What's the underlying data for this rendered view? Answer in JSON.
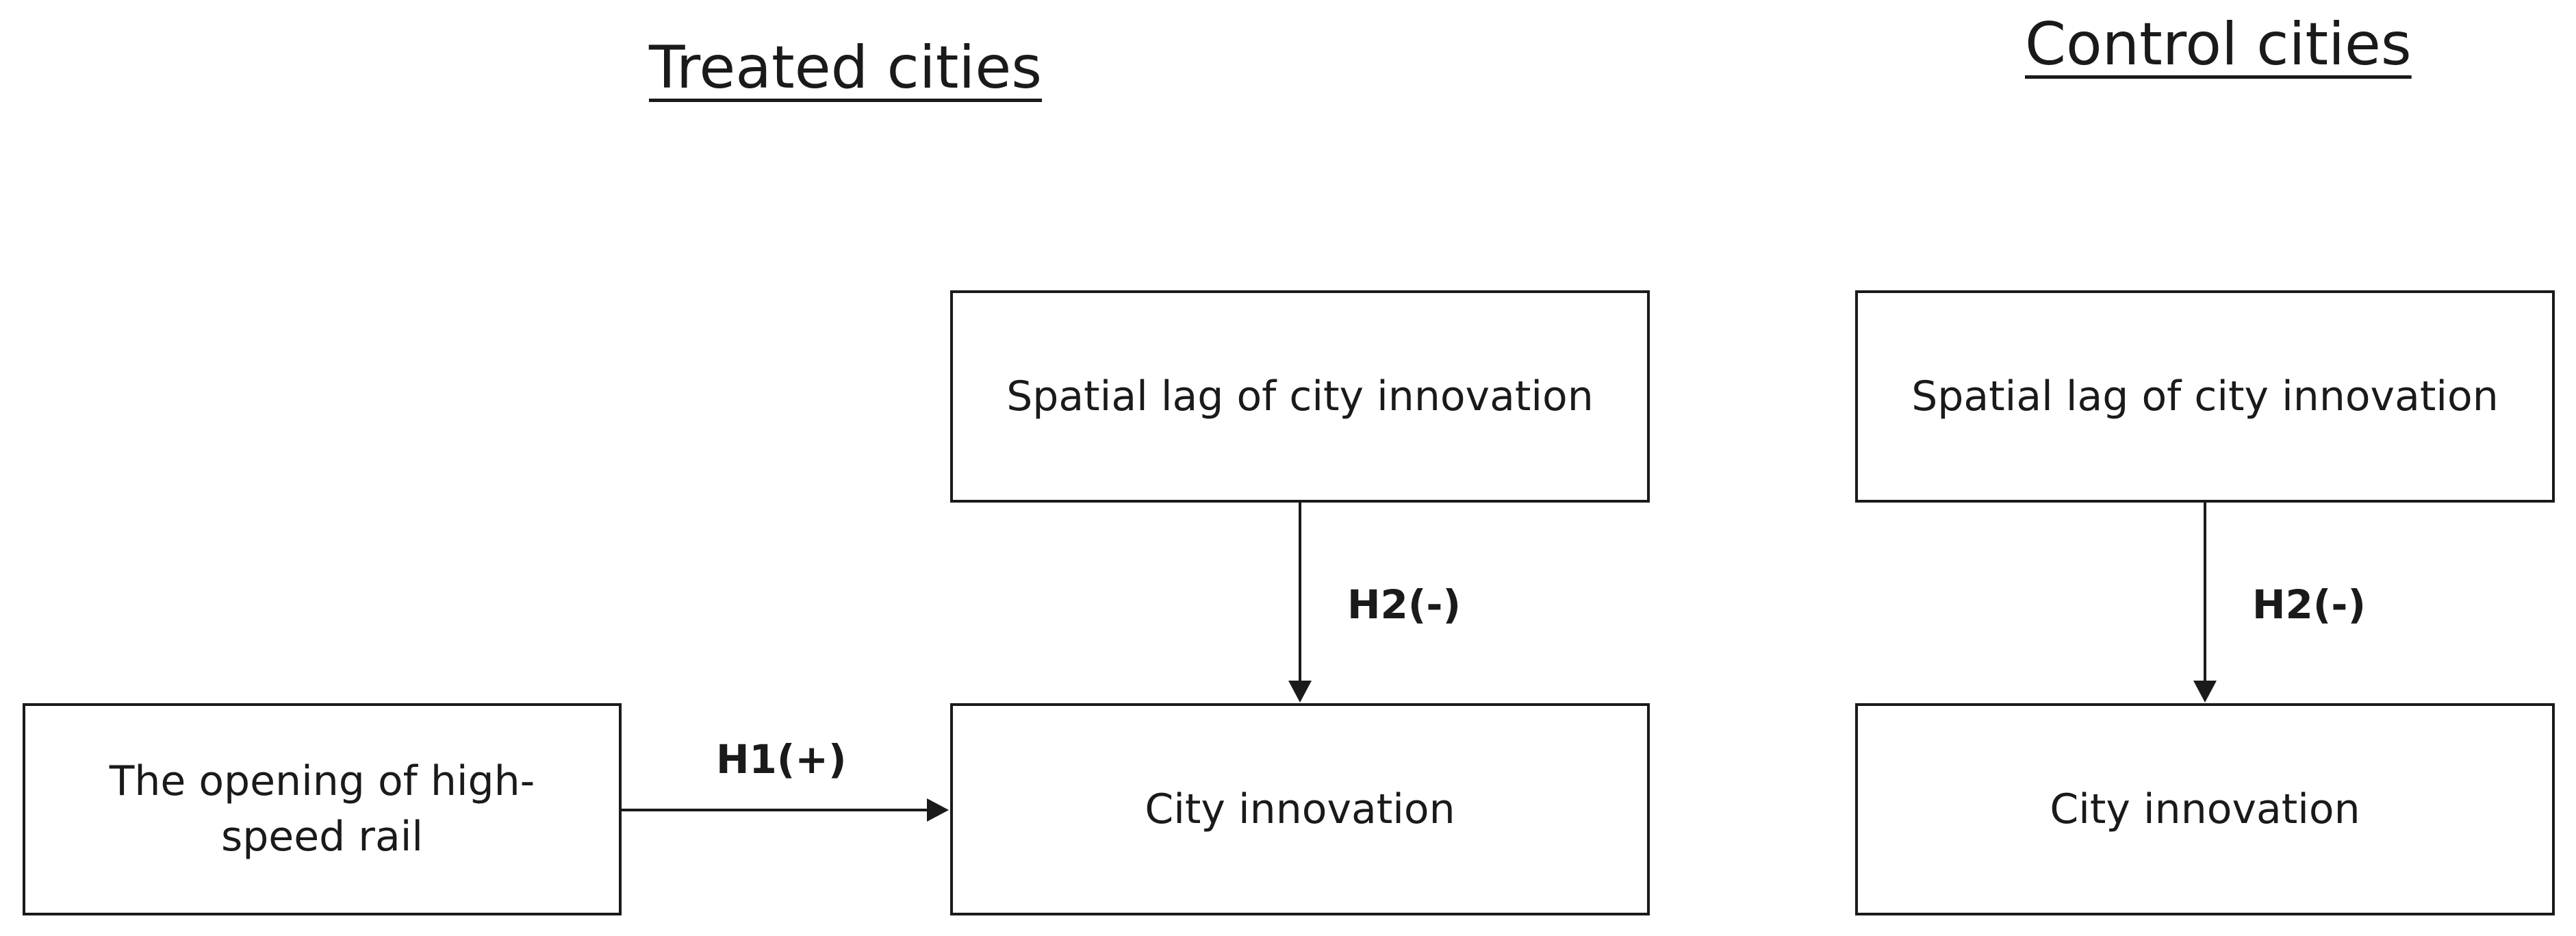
{
  "headings": {
    "treated": "Treated cities",
    "control": "Control cities"
  },
  "boxes": {
    "hsr_line1": "The opening of high-",
    "hsr_line2": "speed rail",
    "spatial_lag_treated": "Spatial lag of city innovation",
    "city_innovation_treated": "City innovation",
    "spatial_lag_control": "Spatial lag of city innovation",
    "city_innovation_control": "City innovation"
  },
  "labels": {
    "h1": "H1(+)",
    "h2_treated": "H2(-)",
    "h2_control": "H2(-)"
  },
  "colors": {
    "line": "#1a1a1a",
    "background": "#ffffff"
  }
}
